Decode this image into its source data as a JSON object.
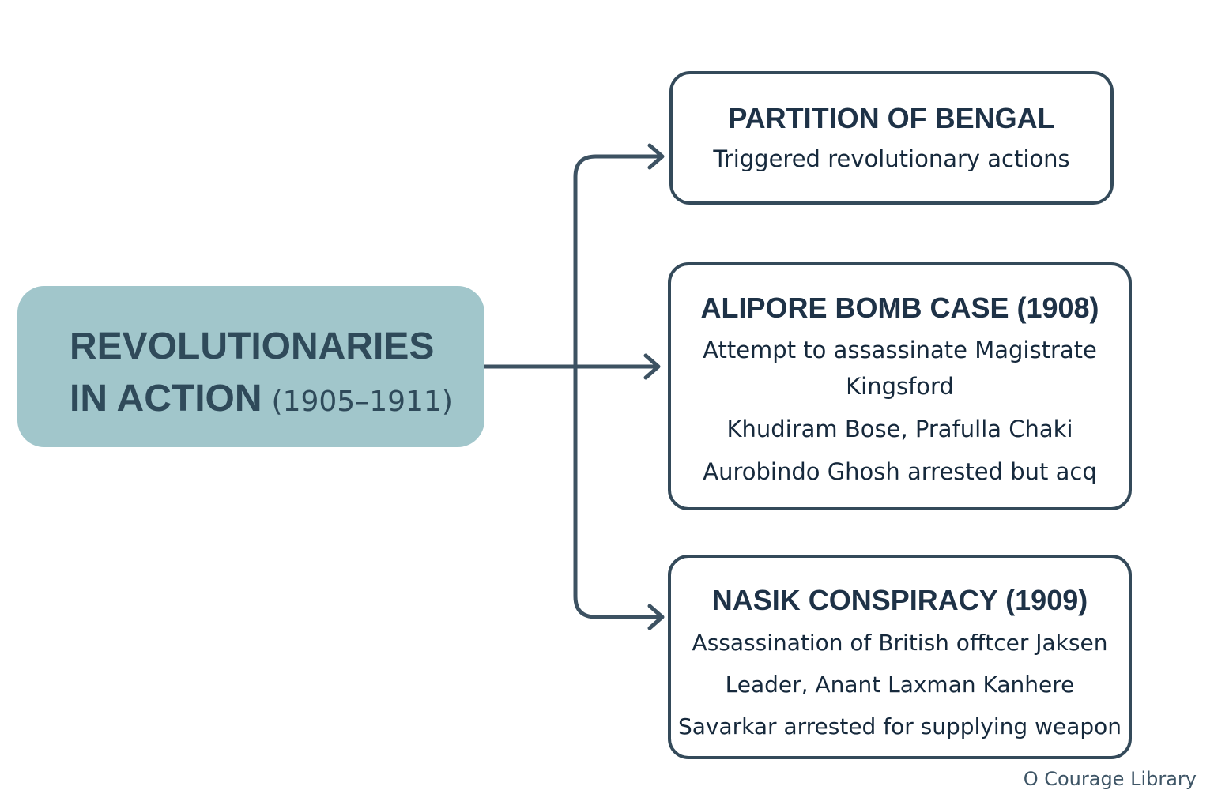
{
  "central": {
    "title_line1": "REVOLUTIONARIES",
    "title_line2": "IN ACTION",
    "years": "(1905–1911)"
  },
  "boxes": [
    {
      "title": "PARTITION OF BENGAL",
      "lines": [
        "Triggered revolutionary actions"
      ]
    },
    {
      "title": "ALIPORE BOMB CASE (1908)",
      "lines": [
        "Attempt to assassinate Magistrate",
        "Kingsford",
        "Khudiram Bose, Prafulla Chaki",
        "Aurobindo Ghosh arrested but acq"
      ]
    },
    {
      "title": "NASIK CONSPIRACY (1909)",
      "lines": [
        "Assassination of British offtcer Jaksen",
        "Leader, Anant Laxman Kanhere",
        "Savarkar arrested for supplying weapon"
      ]
    }
  ],
  "watermark": "O Courage Library",
  "colors": {
    "central_fill": "#a1c6cb",
    "outline": "#344a5a",
    "text": "#1e3247"
  }
}
